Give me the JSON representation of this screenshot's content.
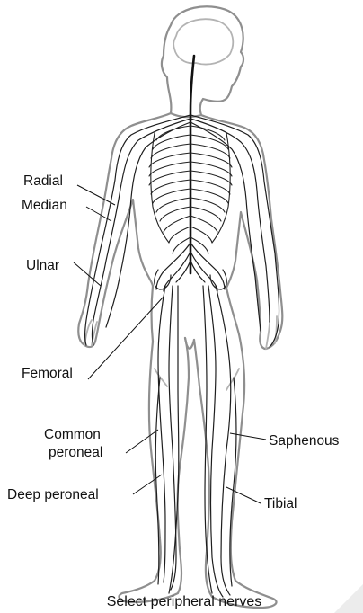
{
  "caption": "Select peripheral nerves",
  "labels": {
    "radial": "Radial",
    "median": "Median",
    "ulnar": "Ulnar",
    "femoral": "Femoral",
    "common_peroneal_line1": "Common",
    "common_peroneal_line2": "peroneal",
    "deep_peroneal": "Deep peroneal",
    "saphenous": "Saphenous",
    "tibial": "Tibial"
  },
  "colors": {
    "body_outline": "#8f8f8f",
    "nerve": "#1e1e1e",
    "text": "#111111",
    "background": "#ffffff"
  }
}
